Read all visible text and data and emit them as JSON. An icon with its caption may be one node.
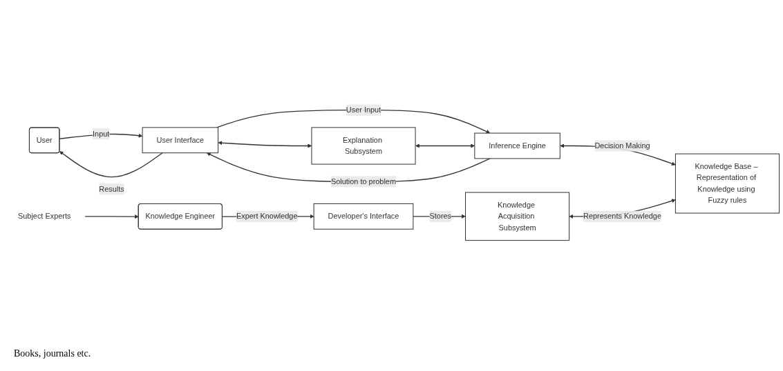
{
  "diagram": {
    "nodes": [
      {
        "text": [
          "User"
        ]
      },
      {
        "text": [
          "User Interface"
        ]
      },
      {
        "text": [
          "Explanation Subsystem"
        ]
      },
      {
        "text": [
          "Inference Engine"
        ]
      },
      {
        "text": [
          "Knowledge Base – Representation of Knowledge using Fuzzy rules"
        ]
      },
      {
        "text": [
          "Knowledge Engineer"
        ]
      },
      {
        "text": [
          "Developer's Interface"
        ]
      },
      {
        "text": [
          "Knowledge Acquisition Subsystem"
        ]
      },
      {
        "text": [
          "Subject Experts"
        ]
      }
    ],
    "edges": [
      {
        "from": 0,
        "to": 1,
        "arrow": "to",
        "label": "Input"
      },
      {
        "from": 1,
        "to": 0,
        "arrow": "to",
        "label": "Results"
      },
      {
        "from": 1,
        "to": 2,
        "arrow": "both"
      },
      {
        "from": 1,
        "to": 3,
        "arrow": "to",
        "label": "User Input"
      },
      {
        "from": 3,
        "to": 1,
        "arrow": "to",
        "label": "Solution to problem"
      },
      {
        "from": 2,
        "to": 3,
        "arrow": "both"
      },
      {
        "from": 3,
        "to": 4,
        "arrow": "both",
        "label": "Decision Making"
      },
      {
        "from": 5,
        "to": 6,
        "arrow": "to",
        "label": "Expert Knowledge"
      },
      {
        "from": 6,
        "to": 7,
        "arrow": "to",
        "label": "Stores"
      },
      {
        "from": 7,
        "to": 4,
        "arrow": "both",
        "label": "Represents Knowledge"
      },
      {
        "from": 8,
        "to": 5,
        "arrow": "to"
      }
    ],
    "labels": [
      "Books, journals etc."
    ]
  }
}
